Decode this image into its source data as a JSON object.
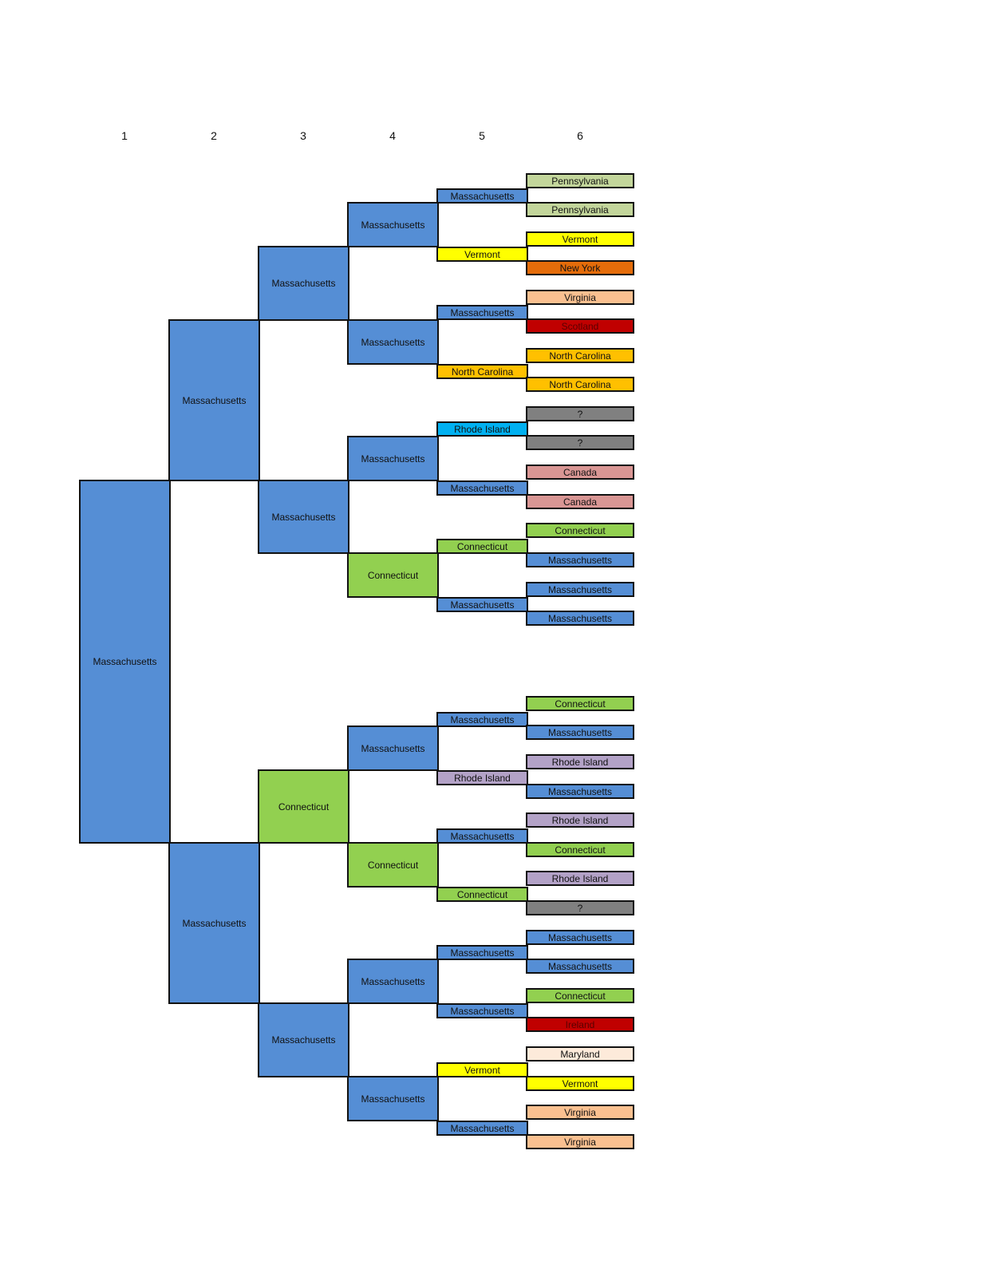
{
  "columns": [
    "1",
    "2",
    "3",
    "4",
    "5",
    "6"
  ],
  "colors": {
    "Massachusetts": "#558ED5",
    "Connecticut": "#92D050",
    "Vermont": "#FFFF00",
    "North Carolina": "#FFC000",
    "Rhode Island (5)": "#00B0F0",
    "Rhode Island": "#B3A2C7",
    "Pennsylvania": "#C3D69B",
    "New York": "#E46C0A",
    "Virginia": "#FAC090",
    "Scotland": "#C00000",
    "Ireland": "#C00000",
    "?": "#808080",
    "Canada": "#D99694",
    "Maryland": "#FDEADA"
  },
  "generations": [
    {
      "people": [
        {
          "label": "Massachusetts",
          "color": "#558ED5"
        }
      ]
    },
    {
      "people": [
        {
          "label": "Massachusetts",
          "color": "#558ED5"
        },
        {
          "label": "Massachusetts",
          "color": "#558ED5"
        }
      ]
    },
    {
      "people": [
        {
          "label": "Massachusetts",
          "color": "#558ED5"
        },
        {
          "label": "Massachusetts",
          "color": "#558ED5"
        },
        {
          "label": "Connecticut",
          "color": "#92D050"
        },
        {
          "label": "Massachusetts",
          "color": "#558ED5"
        }
      ]
    },
    {
      "people": [
        {
          "label": "Massachusetts",
          "color": "#558ED5"
        },
        {
          "label": "Massachusetts",
          "color": "#558ED5"
        },
        {
          "label": "Massachusetts",
          "color": "#558ED5"
        },
        {
          "label": "Connecticut",
          "color": "#92D050"
        },
        {
          "label": "Massachusetts",
          "color": "#558ED5"
        },
        {
          "label": "Connecticut",
          "color": "#92D050"
        },
        {
          "label": "Massachusetts",
          "color": "#558ED5"
        },
        {
          "label": "Massachusetts",
          "color": "#558ED5"
        }
      ]
    },
    {
      "people": [
        {
          "label": "Massachusetts",
          "color": "#558ED5"
        },
        {
          "label": "Vermont",
          "color": "#FFFF00"
        },
        {
          "label": "Massachusetts",
          "color": "#558ED5"
        },
        {
          "label": "North Carolina",
          "color": "#FFC000"
        },
        {
          "label": "Rhode Island",
          "color": "#00B0F0"
        },
        {
          "label": "Massachusetts",
          "color": "#558ED5"
        },
        {
          "label": "Connecticut",
          "color": "#92D050"
        },
        {
          "label": "Massachusetts",
          "color": "#558ED5"
        },
        {
          "label": "Massachusetts",
          "color": "#558ED5"
        },
        {
          "label": "Rhode Island",
          "color": "#B3A2C7"
        },
        {
          "label": "Massachusetts",
          "color": "#558ED5"
        },
        {
          "label": "Connecticut",
          "color": "#92D050"
        },
        {
          "label": "Massachusetts",
          "color": "#558ED5"
        },
        {
          "label": "Massachusetts",
          "color": "#558ED5"
        },
        {
          "label": "Vermont",
          "color": "#FFFF00"
        },
        {
          "label": "Massachusetts",
          "color": "#558ED5"
        }
      ]
    },
    {
      "people": [
        {
          "label": "Pennsylvania",
          "color": "#C3D69B"
        },
        {
          "label": "Pennsylvania",
          "color": "#C3D69B"
        },
        {
          "label": "Vermont",
          "color": "#FFFF00"
        },
        {
          "label": "New York",
          "color": "#E46C0A"
        },
        {
          "label": "Virginia",
          "color": "#FAC090"
        },
        {
          "label": "Scotland",
          "color": "#C00000"
        },
        {
          "label": "North Carolina",
          "color": "#FFC000"
        },
        {
          "label": "North Carolina",
          "color": "#FFC000"
        },
        {
          "label": "?",
          "color": "#808080"
        },
        {
          "label": "?",
          "color": "#808080"
        },
        {
          "label": "Canada",
          "color": "#D99694"
        },
        {
          "label": "Canada",
          "color": "#D99694"
        },
        {
          "label": "Connecticut",
          "color": "#92D050"
        },
        {
          "label": "Massachusetts",
          "color": "#558ED5"
        },
        {
          "label": "Massachusetts",
          "color": "#558ED5"
        },
        {
          "label": "Massachusetts",
          "color": "#558ED5"
        },
        {
          "label": "Connecticut",
          "color": "#92D050"
        },
        {
          "label": "Massachusetts",
          "color": "#558ED5"
        },
        {
          "label": "Rhode Island",
          "color": "#B3A2C7"
        },
        {
          "label": "Massachusetts",
          "color": "#558ED5"
        },
        {
          "label": "Rhode Island",
          "color": "#B3A2C7"
        },
        {
          "label": "Connecticut",
          "color": "#92D050"
        },
        {
          "label": "Rhode Island",
          "color": "#B3A2C7"
        },
        {
          "label": "?",
          "color": "#808080"
        },
        {
          "label": "Massachusetts",
          "color": "#558ED5"
        },
        {
          "label": "Massachusetts",
          "color": "#558ED5"
        },
        {
          "label": "Connecticut",
          "color": "#92D050"
        },
        {
          "label": "Ireland",
          "color": "#C00000"
        },
        {
          "label": "Maryland",
          "color": "#FDEADA"
        },
        {
          "label": "Vermont",
          "color": "#FFFF00"
        },
        {
          "label": "Virginia",
          "color": "#FAC090"
        },
        {
          "label": "Virginia",
          "color": "#FAC090"
        }
      ]
    }
  ]
}
